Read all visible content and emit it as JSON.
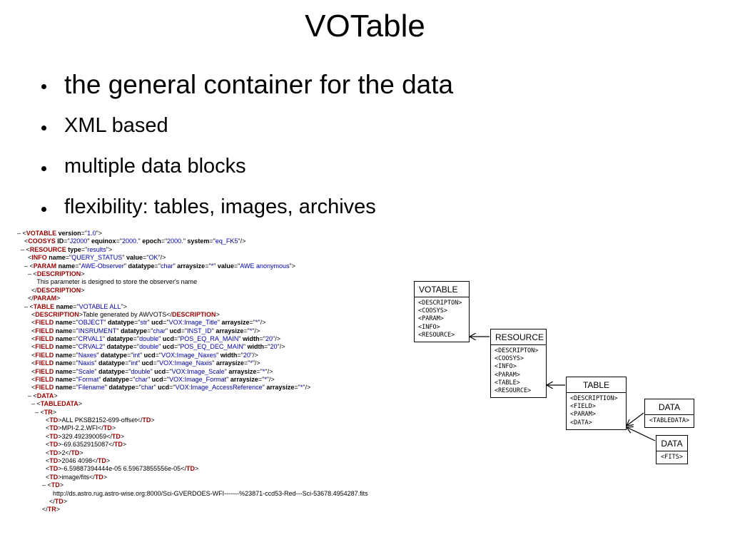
{
  "title": "VOTable",
  "bullets": [
    "the general container for the data",
    "XML based",
    "multiple data blocks",
    "flexibility: tables, images, archives"
  ],
  "xml_lines": [
    [
      [
        "m",
        "– <"
      ],
      [
        "t",
        "VOTABLE"
      ],
      [
        "a",
        " version"
      ],
      [
        "m",
        "=\""
      ],
      [
        "v",
        "1.0"
      ],
      [
        "m",
        "\">"
      ]
    ],
    [
      [
        "m",
        "    <"
      ],
      [
        "t",
        "COOSYS"
      ],
      [
        "a",
        " ID"
      ],
      [
        "m",
        "=\""
      ],
      [
        "v",
        "J2000"
      ],
      [
        "m",
        "\""
      ],
      [
        "a",
        " equinox"
      ],
      [
        "m",
        "=\""
      ],
      [
        "v",
        "2000."
      ],
      [
        "m",
        "\""
      ],
      [
        "a",
        " epoch"
      ],
      [
        "m",
        "=\""
      ],
      [
        "v",
        "2000."
      ],
      [
        "m",
        "\""
      ],
      [
        "a",
        " system"
      ],
      [
        "m",
        "=\""
      ],
      [
        "v",
        "eq_FK5"
      ],
      [
        "m",
        "\"/>"
      ]
    ],
    [
      [
        "m",
        "  – <"
      ],
      [
        "t",
        "RESOURCE"
      ],
      [
        "a",
        " type"
      ],
      [
        "m",
        "=\""
      ],
      [
        "v",
        "results"
      ],
      [
        "m",
        "\">"
      ]
    ],
    [
      [
        "m",
        "      <"
      ],
      [
        "t",
        "INFO"
      ],
      [
        "a",
        " name"
      ],
      [
        "m",
        "=\""
      ],
      [
        "v",
        "QUERY_STATUS"
      ],
      [
        "m",
        "\""
      ],
      [
        "a",
        " value"
      ],
      [
        "m",
        "=\""
      ],
      [
        "v",
        "OK"
      ],
      [
        "m",
        "\"/>"
      ]
    ],
    [
      [
        "m",
        "    – <"
      ],
      [
        "t",
        "PARAM"
      ],
      [
        "a",
        " name"
      ],
      [
        "m",
        "=\""
      ],
      [
        "v",
        "AWE-Observer"
      ],
      [
        "m",
        "\""
      ],
      [
        "a",
        " datatype"
      ],
      [
        "m",
        "=\""
      ],
      [
        "v",
        "char"
      ],
      [
        "m",
        "\""
      ],
      [
        "a",
        " arraysize"
      ],
      [
        "m",
        "=\""
      ],
      [
        "v",
        "*"
      ],
      [
        "m",
        "\""
      ],
      [
        "a",
        " value"
      ],
      [
        "m",
        "=\""
      ],
      [
        "v",
        "AWE anonymous"
      ],
      [
        "m",
        "\">"
      ]
    ],
    [
      [
        "m",
        "      – <"
      ],
      [
        "t",
        "DESCRIPTION"
      ],
      [
        "m",
        ">"
      ]
    ],
    [
      [
        "tx",
        "           This parameter is designed to store the observer's name"
      ]
    ],
    [
      [
        "m",
        "        </"
      ],
      [
        "t",
        "DESCRIPTION"
      ],
      [
        "m",
        ">"
      ]
    ],
    [
      [
        "m",
        "      </"
      ],
      [
        "t",
        "PARAM"
      ],
      [
        "m",
        ">"
      ]
    ],
    [
      [
        "m",
        "    – <"
      ],
      [
        "t",
        "TABLE"
      ],
      [
        "a",
        " name"
      ],
      [
        "m",
        "=\""
      ],
      [
        "v",
        "VOTABLE ALL"
      ],
      [
        "m",
        "\">"
      ]
    ],
    [
      [
        "m",
        "        <"
      ],
      [
        "t",
        "DESCRIPTION"
      ],
      [
        "m",
        ">"
      ],
      [
        "tx",
        "Table generated by AWVOTS"
      ],
      [
        "m",
        "</"
      ],
      [
        "t",
        "DESCRIPTION"
      ],
      [
        "m",
        ">"
      ]
    ],
    [
      [
        "m",
        "        <"
      ],
      [
        "t",
        "FIELD"
      ],
      [
        "a",
        " name"
      ],
      [
        "m",
        "=\""
      ],
      [
        "v",
        "OBJECT"
      ],
      [
        "m",
        "\""
      ],
      [
        "a",
        " datatype"
      ],
      [
        "m",
        "=\""
      ],
      [
        "v",
        "str"
      ],
      [
        "m",
        "\""
      ],
      [
        "a",
        " ucd"
      ],
      [
        "m",
        "=\""
      ],
      [
        "v",
        "VOX:Image_Title"
      ],
      [
        "m",
        "\""
      ],
      [
        "a",
        " arraysize"
      ],
      [
        "m",
        "=\""
      ],
      [
        "v",
        "*"
      ],
      [
        "m",
        "\"/>"
      ]
    ],
    [
      [
        "m",
        "        <"
      ],
      [
        "t",
        "FIELD"
      ],
      [
        "a",
        " name"
      ],
      [
        "m",
        "=\""
      ],
      [
        "v",
        "INSRUMENT"
      ],
      [
        "m",
        "\""
      ],
      [
        "a",
        " datatype"
      ],
      [
        "m",
        "=\""
      ],
      [
        "v",
        "char"
      ],
      [
        "m",
        "\""
      ],
      [
        "a",
        " ucd"
      ],
      [
        "m",
        "=\""
      ],
      [
        "v",
        "INST_ID"
      ],
      [
        "m",
        "\""
      ],
      [
        "a",
        " arraysize"
      ],
      [
        "m",
        "=\""
      ],
      [
        "v",
        "*"
      ],
      [
        "m",
        "\"/>"
      ]
    ],
    [
      [
        "m",
        "        <"
      ],
      [
        "t",
        "FIELD"
      ],
      [
        "a",
        " name"
      ],
      [
        "m",
        "=\""
      ],
      [
        "v",
        "CRVAL1"
      ],
      [
        "m",
        "\""
      ],
      [
        "a",
        " datatype"
      ],
      [
        "m",
        "=\""
      ],
      [
        "v",
        "double"
      ],
      [
        "m",
        "\""
      ],
      [
        "a",
        " ucd"
      ],
      [
        "m",
        "=\""
      ],
      [
        "v",
        "POS_EQ_RA_MAIN"
      ],
      [
        "m",
        "\""
      ],
      [
        "a",
        " width"
      ],
      [
        "m",
        "=\""
      ],
      [
        "v",
        "20"
      ],
      [
        "m",
        "\"/>"
      ]
    ],
    [
      [
        "m",
        "        <"
      ],
      [
        "t",
        "FIELD"
      ],
      [
        "a",
        " name"
      ],
      [
        "m",
        "=\""
      ],
      [
        "v",
        "CRVAL2"
      ],
      [
        "m",
        "\""
      ],
      [
        "a",
        " datatype"
      ],
      [
        "m",
        "=\""
      ],
      [
        "v",
        "double"
      ],
      [
        "m",
        "\""
      ],
      [
        "a",
        " ucd"
      ],
      [
        "m",
        "=\""
      ],
      [
        "v",
        "POS_EQ_DEC_MAIN"
      ],
      [
        "m",
        "\""
      ],
      [
        "a",
        " width"
      ],
      [
        "m",
        "=\""
      ],
      [
        "v",
        "20"
      ],
      [
        "m",
        "\"/>"
      ]
    ],
    [
      [
        "m",
        "        <"
      ],
      [
        "t",
        "FIELD"
      ],
      [
        "a",
        " name"
      ],
      [
        "m",
        "=\""
      ],
      [
        "v",
        "Naxes"
      ],
      [
        "m",
        "\""
      ],
      [
        "a",
        " datatype"
      ],
      [
        "m",
        "=\""
      ],
      [
        "v",
        "int"
      ],
      [
        "m",
        "\""
      ],
      [
        "a",
        " ucd"
      ],
      [
        "m",
        "=\""
      ],
      [
        "v",
        "VOX:Image_Naxes"
      ],
      [
        "m",
        "\""
      ],
      [
        "a",
        " width"
      ],
      [
        "m",
        "=\""
      ],
      [
        "v",
        "20"
      ],
      [
        "m",
        "\"/>"
      ]
    ],
    [
      [
        "m",
        "        <"
      ],
      [
        "t",
        "FIELD"
      ],
      [
        "a",
        " name"
      ],
      [
        "m",
        "=\""
      ],
      [
        "v",
        "Naxis"
      ],
      [
        "m",
        "\""
      ],
      [
        "a",
        " datatype"
      ],
      [
        "m",
        "=\""
      ],
      [
        "v",
        "int"
      ],
      [
        "m",
        "\""
      ],
      [
        "a",
        " ucd"
      ],
      [
        "m",
        "=\""
      ],
      [
        "v",
        "VOX:Image_Naxis"
      ],
      [
        "m",
        "\""
      ],
      [
        "a",
        " arraysize"
      ],
      [
        "m",
        "=\""
      ],
      [
        "v",
        "*"
      ],
      [
        "m",
        "\"/>"
      ]
    ],
    [
      [
        "m",
        "        <"
      ],
      [
        "t",
        "FIELD"
      ],
      [
        "a",
        " name"
      ],
      [
        "m",
        "=\""
      ],
      [
        "v",
        "Scale"
      ],
      [
        "m",
        "\""
      ],
      [
        "a",
        " datatype"
      ],
      [
        "m",
        "=\""
      ],
      [
        "v",
        "double"
      ],
      [
        "m",
        "\""
      ],
      [
        "a",
        " ucd"
      ],
      [
        "m",
        "=\""
      ],
      [
        "v",
        "VOX:Image_Scale"
      ],
      [
        "m",
        "\""
      ],
      [
        "a",
        " arraysize"
      ],
      [
        "m",
        "=\""
      ],
      [
        "v",
        "*"
      ],
      [
        "m",
        "\"/>"
      ]
    ],
    [
      [
        "m",
        "        <"
      ],
      [
        "t",
        "FIELD"
      ],
      [
        "a",
        " name"
      ],
      [
        "m",
        "=\""
      ],
      [
        "v",
        "Format"
      ],
      [
        "m",
        "\""
      ],
      [
        "a",
        " datatype"
      ],
      [
        "m",
        "=\""
      ],
      [
        "v",
        "char"
      ],
      [
        "m",
        "\""
      ],
      [
        "a",
        " ucd"
      ],
      [
        "m",
        "=\""
      ],
      [
        "v",
        "VOX:Image_Format"
      ],
      [
        "m",
        "\""
      ],
      [
        "a",
        " arraysize"
      ],
      [
        "m",
        "=\""
      ],
      [
        "v",
        "*"
      ],
      [
        "m",
        "\"/>"
      ]
    ],
    [
      [
        "m",
        "        <"
      ],
      [
        "t",
        "FIELD"
      ],
      [
        "a",
        " name"
      ],
      [
        "m",
        "=\""
      ],
      [
        "v",
        "Filename"
      ],
      [
        "m",
        "\""
      ],
      [
        "a",
        " datatype"
      ],
      [
        "m",
        "=\""
      ],
      [
        "v",
        "char"
      ],
      [
        "m",
        "\""
      ],
      [
        "a",
        " ucd"
      ],
      [
        "m",
        "=\""
      ],
      [
        "v",
        "VOX:Image_AccessReference"
      ],
      [
        "m",
        "\""
      ],
      [
        "a",
        " arraysize"
      ],
      [
        "m",
        "=\""
      ],
      [
        "v",
        "*"
      ],
      [
        "m",
        "\"/>"
      ]
    ],
    [
      [
        "m",
        "      – <"
      ],
      [
        "t",
        "DATA"
      ],
      [
        "m",
        ">"
      ]
    ],
    [
      [
        "m",
        "        – <"
      ],
      [
        "t",
        "TABLEDATA"
      ],
      [
        "m",
        ">"
      ]
    ],
    [
      [
        "m",
        "          – <"
      ],
      [
        "t",
        "TR"
      ],
      [
        "m",
        ">"
      ]
    ],
    [
      [
        "m",
        "                <"
      ],
      [
        "t",
        "TD"
      ],
      [
        "m",
        ">"
      ],
      [
        "tx",
        "ALL PKSB2152-699-offset"
      ],
      [
        "m",
        "</"
      ],
      [
        "t",
        "TD"
      ],
      [
        "m",
        ">"
      ]
    ],
    [
      [
        "m",
        "                <"
      ],
      [
        "t",
        "TD"
      ],
      [
        "m",
        ">"
      ],
      [
        "tx",
        "MPI-2.2.WFI"
      ],
      [
        "m",
        "</"
      ],
      [
        "t",
        "TD"
      ],
      [
        "m",
        ">"
      ]
    ],
    [
      [
        "m",
        "                <"
      ],
      [
        "t",
        "TD"
      ],
      [
        "m",
        ">"
      ],
      [
        "tx",
        "329.492390059"
      ],
      [
        "m",
        "</"
      ],
      [
        "t",
        "TD"
      ],
      [
        "m",
        ">"
      ]
    ],
    [
      [
        "m",
        "                <"
      ],
      [
        "t",
        "TD"
      ],
      [
        "m",
        ">"
      ],
      [
        "tx",
        "-69.6352915087"
      ],
      [
        "m",
        "</"
      ],
      [
        "t",
        "TD"
      ],
      [
        "m",
        ">"
      ]
    ],
    [
      [
        "m",
        "                <"
      ],
      [
        "t",
        "TD"
      ],
      [
        "m",
        ">"
      ],
      [
        "tx",
        "2"
      ],
      [
        "m",
        "</"
      ],
      [
        "t",
        "TD"
      ],
      [
        "m",
        ">"
      ]
    ],
    [
      [
        "m",
        "                <"
      ],
      [
        "t",
        "TD"
      ],
      [
        "m",
        ">"
      ],
      [
        "tx",
        "2046 4098"
      ],
      [
        "m",
        "</"
      ],
      [
        "t",
        "TD"
      ],
      [
        "m",
        ">"
      ]
    ],
    [
      [
        "m",
        "                <"
      ],
      [
        "t",
        "TD"
      ],
      [
        "m",
        ">"
      ],
      [
        "tx",
        "-6.59887394444e-05 6.59673855556e-05"
      ],
      [
        "m",
        "</"
      ],
      [
        "t",
        "TD"
      ],
      [
        "m",
        ">"
      ]
    ],
    [
      [
        "m",
        "                <"
      ],
      [
        "t",
        "TD"
      ],
      [
        "m",
        ">"
      ],
      [
        "tx",
        "image/fits"
      ],
      [
        "m",
        "</"
      ],
      [
        "t",
        "TD"
      ],
      [
        "m",
        ">"
      ]
    ],
    [
      [
        "m",
        "              – <"
      ],
      [
        "t",
        "TD"
      ],
      [
        "m",
        ">"
      ]
    ],
    [
      [
        "tx",
        "                    http://ds.astro.rug.astro-wise.org:8000/Sci-GVERDOES-WFI-------%23871-ccd53-Red---Sci-53678.4954287.fits"
      ]
    ],
    [
      [
        "m",
        "                  </"
      ],
      [
        "t",
        "TD"
      ],
      [
        "m",
        ">"
      ]
    ],
    [
      [
        "m",
        "              </"
      ],
      [
        "t",
        "TR"
      ],
      [
        "m",
        ">"
      ]
    ]
  ],
  "diagram": {
    "votable": {
      "title": "VOTABLE",
      "items": [
        "<DESCRIPTON>",
        "<COOSYS>",
        "<PARAM>",
        "<INFO>",
        "<RESOURCE>"
      ]
    },
    "resource": {
      "title": "RESOURCE",
      "items": [
        "<DESCRIPTON>",
        "<COOSYS>",
        "<INFO>",
        "<PARAM>",
        "<TABLE>",
        "<RESOURCE>"
      ]
    },
    "table": {
      "title": "TABLE",
      "items": [
        "<DESCRIPTION>",
        "<FIELD>",
        "<PARAM>",
        "<DATA>"
      ]
    },
    "data_tabledata": {
      "title": "DATA",
      "items": [
        "<TABLEDATA>"
      ]
    },
    "data_fits": {
      "title": "DATA",
      "items": [
        "<FITS>"
      ]
    }
  }
}
